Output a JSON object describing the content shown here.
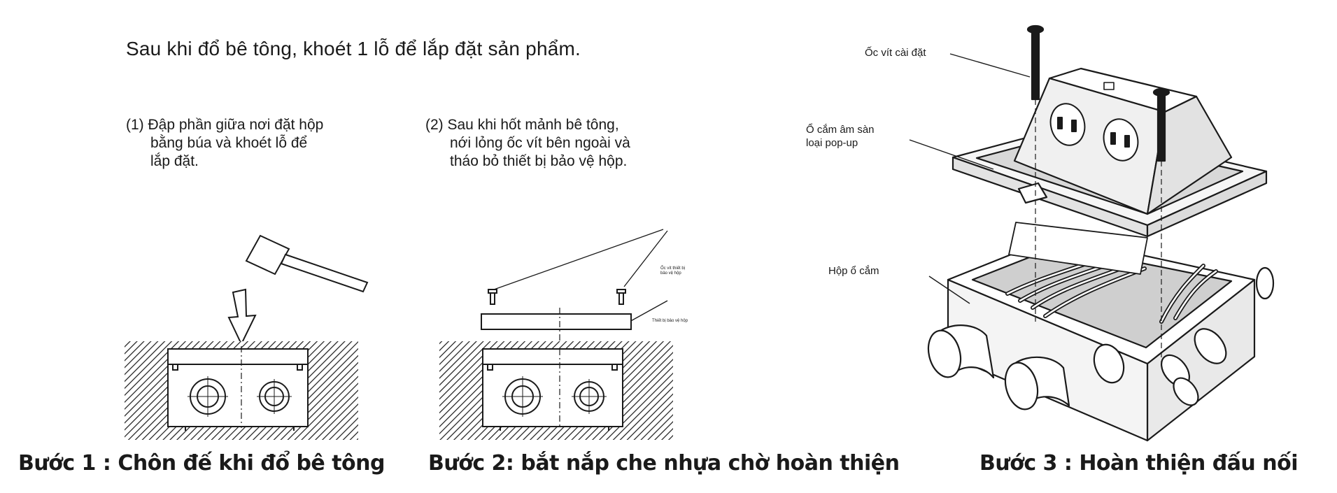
{
  "heading": "Sau khi đổ bê tông, khoét 1 lỗ để lắp đặt sản phẩm.",
  "instructions": {
    "step1": "(1) Đập phần giữa nơi đặt hộp\n      bằng búa và khoét lỗ để\n      lắp đặt.",
    "step2": "(2) Sau khi hốt mảnh bê tông,\n      nới lỏng ốc vít bên ngoài và\n      tháo bỏ thiết bị bảo vệ hộp."
  },
  "small_labels": {
    "screw_protect": "Ốc vít thiết bị\nbảo vệ hộp",
    "protect_device": "Thiết bị bảo vệ hộp"
  },
  "part_labels": {
    "install_screw": "Ốc vít cài đặt",
    "popup_socket": "Ổ cắm âm sàn\nloại pop-up",
    "socket_box": "Hộp ổ cắm"
  },
  "captions": {
    "step1": "Bước 1 : Chôn đế khi đổ bê tông",
    "step2": "Bước 2: bắt nắp che nhựa chờ hoàn thiện",
    "step3": "Bước 3 : Hoàn thiện đấu nối"
  }
}
